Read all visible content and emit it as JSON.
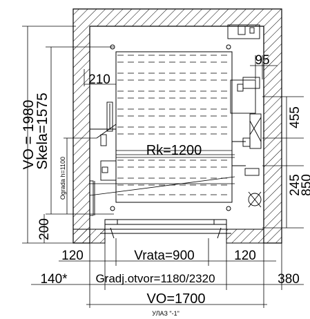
{
  "dims": {
    "vo_height": "VO = 1980",
    "skela": "Skela=1575",
    "ograda": "Ograda h=1100",
    "d200": "200",
    "d210": "210",
    "d95": "95",
    "d455": "455",
    "d245": "245",
    "d850": "850",
    "rk": "Rk=1200",
    "d120_left": "120",
    "vrata": "Vrata=900",
    "d120_right": "120",
    "d140": "140*",
    "gradj": "Gradj.otvor=1180/2320",
    "d380": "380",
    "vo_width": "VO=1700"
  },
  "footer": {
    "label": "УЛАЗ \"-1\""
  }
}
